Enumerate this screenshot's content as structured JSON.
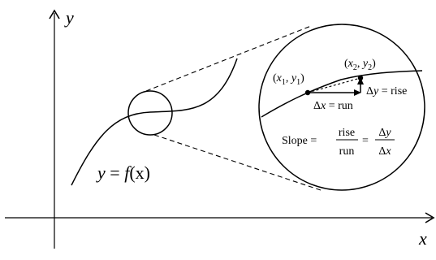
{
  "axes": {
    "x_label": "x",
    "y_label": "y"
  },
  "curve": {
    "label_lhs": "y",
    "label_eq": " = ",
    "label_f": "f",
    "label_arg": "(x)"
  },
  "zoom": {
    "point1": {
      "open": "(",
      "var": "x",
      "sub1": "1",
      "comma": ", ",
      "var2": "y",
      "sub2": "1",
      "close": ")"
    },
    "point2": {
      "open": "(",
      "var": "x",
      "sub1": "2",
      "comma": ", ",
      "var2": "y",
      "sub2": "2",
      "close": ")"
    },
    "delta_y": {
      "delta": "Δ",
      "var": "y",
      "eq": " = ",
      "word": "rise"
    },
    "delta_x": {
      "delta": "Δ",
      "var": "x",
      "eq": " = ",
      "word": "run"
    },
    "slope": {
      "word": "Slope = ",
      "num_word": "rise",
      "den_word": "run",
      "equals": "=",
      "num_delta": "Δ",
      "num_var": "y",
      "den_delta": "Δ",
      "den_var": "x"
    }
  },
  "colors": {
    "ink": "#000000",
    "background": "#ffffff"
  }
}
